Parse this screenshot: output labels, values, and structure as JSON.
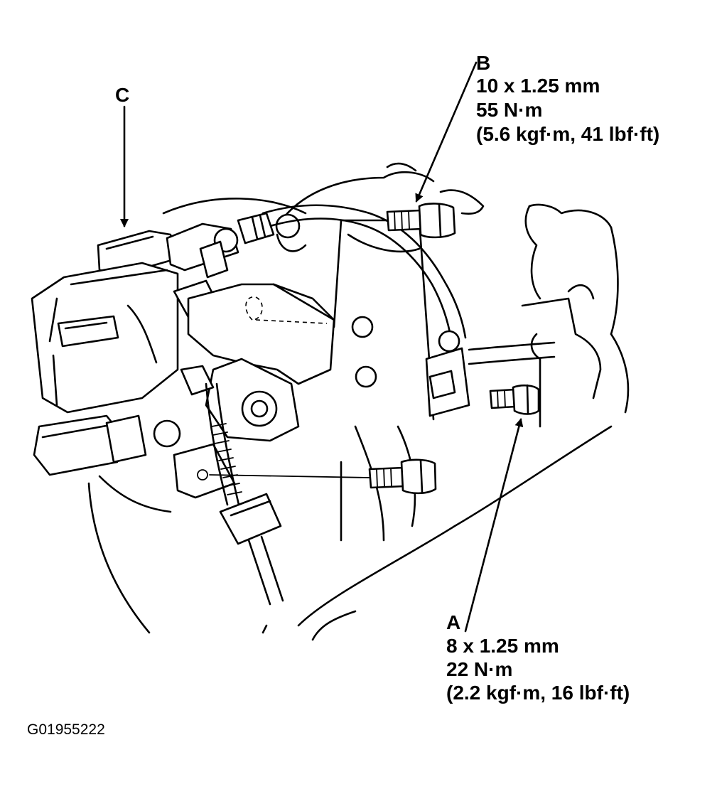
{
  "callouts": {
    "b": {
      "letter": "B",
      "line1": "10 x 1.25 mm",
      "line2": "55 N·m",
      "line3": "(5.6 kgf·m, 41 lbf·ft)"
    },
    "c": {
      "letter": "C"
    },
    "a": {
      "letter": "A",
      "line1": "8 x 1.25 mm",
      "line2": "22 N·m",
      "line3": "(2.2 kgf·m, 16 lbf·ft)"
    }
  },
  "figure_code": "G01955222"
}
